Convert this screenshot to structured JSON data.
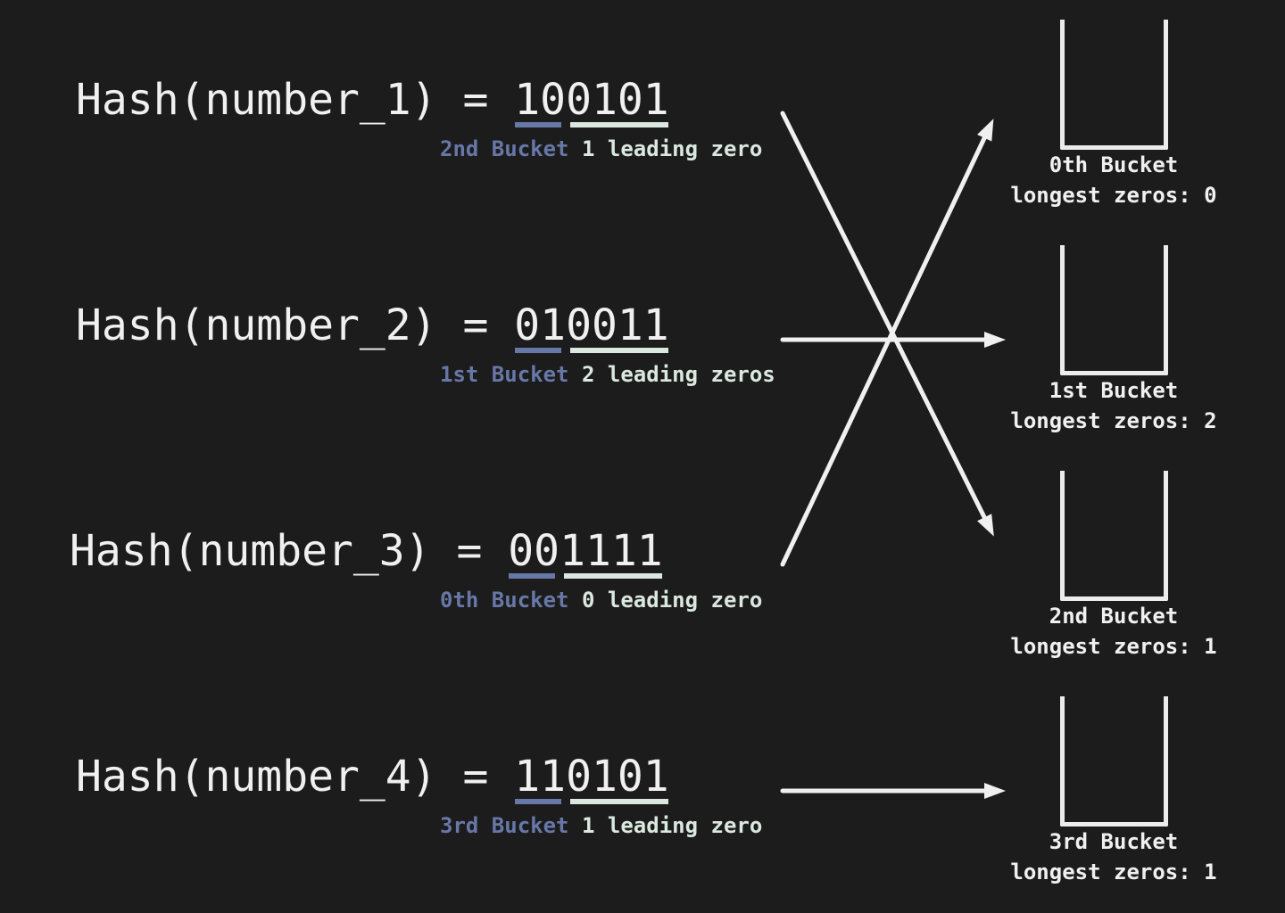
{
  "theme": {
    "background": "#1c1c1c",
    "foreground": "#f0f0f0",
    "bucket_accent": "#6777a8",
    "zeros_accent": "#dbe8e0"
  },
  "rows": [
    {
      "prefix": "Hash(number_1) = ",
      "bucket_bits": "10",
      "zero_bits": "0101",
      "bucket_label": "2nd Bucket",
      "zeros_label": "1 leading zero"
    },
    {
      "prefix": "Hash(number_2) = ",
      "bucket_bits": "01",
      "zero_bits": "0011",
      "bucket_label": "1st Bucket",
      "zeros_label": "2 leading zeros"
    },
    {
      "prefix": "Hash(number_3) = ",
      "bucket_bits": "00",
      "zero_bits": "1111",
      "bucket_label": "0th Bucket",
      "zeros_label": "0 leading zero"
    },
    {
      "prefix": "Hash(number_4) = ",
      "bucket_bits": "11",
      "zero_bits": "0101",
      "bucket_label": "3rd Bucket",
      "zeros_label": "1 leading zero"
    }
  ],
  "buckets": [
    {
      "name": "0th Bucket",
      "longest": "longest zeros: 0"
    },
    {
      "name": "1st Bucket",
      "longest": "longest zeros: 2"
    },
    {
      "name": "2nd Bucket",
      "longest": "longest zeros: 1"
    },
    {
      "name": "3rd Bucket",
      "longest": "longest zeros: 1"
    }
  ],
  "arrows": [
    {
      "from": "Hash(number_1)",
      "to": "2nd Bucket"
    },
    {
      "from": "Hash(number_2)",
      "to": "1st Bucket"
    },
    {
      "from": "Hash(number_3)",
      "to": "0th Bucket"
    },
    {
      "from": "Hash(number_4)",
      "to": "3rd Bucket"
    }
  ]
}
